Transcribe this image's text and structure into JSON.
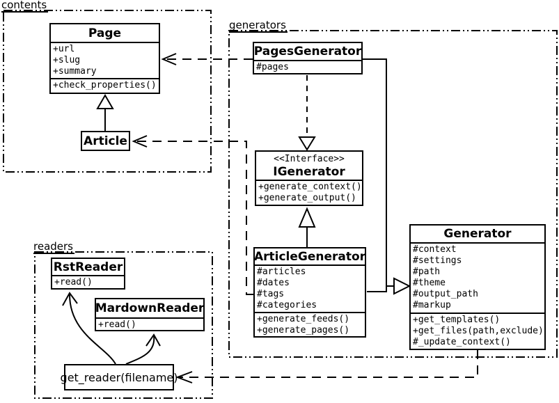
{
  "colors": {
    "foreground": "#000000",
    "background": "#ffffff"
  },
  "packages": {
    "contents": {
      "label": "contents"
    },
    "generators": {
      "label": "generators"
    },
    "readers": {
      "label": "readers"
    }
  },
  "classes": {
    "page": {
      "title": "Page",
      "attrs": [
        "+url",
        "+slug",
        "+summary"
      ],
      "methods": [
        "+check_properties()"
      ]
    },
    "article": {
      "title": "Article"
    },
    "pages_generator": {
      "title": "PagesGenerator",
      "attrs": [
        "#pages"
      ]
    },
    "igenerator": {
      "stereotype": "<<Interface>>",
      "title": "IGenerator",
      "methods": [
        "+generate_context()",
        "+generate_output()"
      ]
    },
    "article_generator": {
      "title": "ArticleGenerator",
      "attrs": [
        "#articles",
        "#dates",
        "#tags",
        "#categories"
      ],
      "methods": [
        "+generate_feeds()",
        "+generate_pages()"
      ]
    },
    "generator": {
      "title": "Generator",
      "attrs": [
        "#context",
        "#settings",
        "#path",
        "#theme",
        "#output_path",
        "#markup"
      ],
      "methods": [
        "+get_templates()",
        "+get_files(path,exclude)",
        "#_update_context()"
      ]
    },
    "rst_reader": {
      "title": "RstReader",
      "methods": [
        "+read()"
      ]
    },
    "mardown_reader": {
      "title": "MardownReader",
      "methods": [
        "+read()"
      ]
    },
    "get_reader": {
      "label": "get_reader(filename)"
    }
  }
}
